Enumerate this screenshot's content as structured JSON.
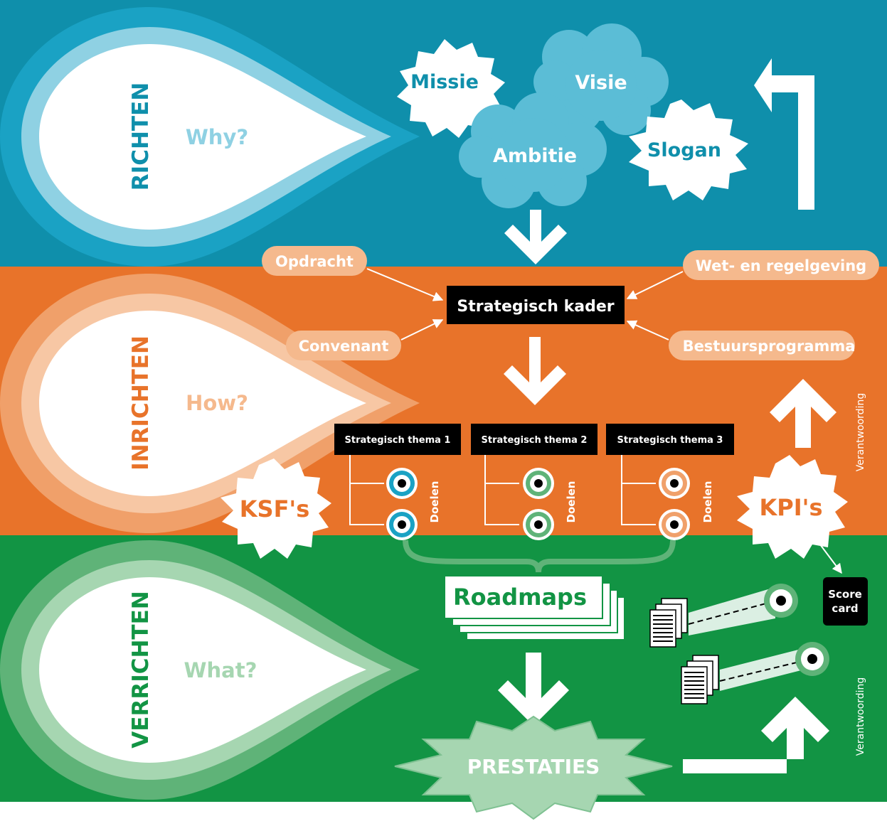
{
  "colors": {
    "richten_bg": "#0f8fab",
    "inrichten_bg": "#e8732a",
    "verrichten_bg": "#129444",
    "richten_accent": "#1aa2c4",
    "inrichten_accent": "#f0a06a",
    "verrichten_accent": "#5fb378",
    "black": "#000000",
    "white": "#ffffff"
  },
  "bands": {
    "richten": {
      "label": "RICHTEN",
      "question": "Why?"
    },
    "inrichten": {
      "label": "INRICHTEN",
      "question": "How?"
    },
    "verrichten": {
      "label": "VERRICHTEN",
      "question": "What?"
    }
  },
  "richten": {
    "missie": "Missie",
    "visie": "Visie",
    "ambitie": "Ambitie",
    "slogan": "Slogan"
  },
  "inrichten": {
    "opdracht": "Opdracht",
    "convenant": "Convenant",
    "wet_regelgeving": "Wet- en regelgeving",
    "bestuursprogramma": "Bestuursprogramma",
    "strategisch_kader": "Strategisch kader",
    "themes": [
      "Strategisch thema 1",
      "Strategisch thema 2",
      "Strategisch thema 3"
    ],
    "doelen": "Doelen",
    "ksf": "KSF's",
    "kpi": "KPI's",
    "verantwoording": "Verantwoording"
  },
  "verrichten": {
    "roadmaps": "Roadmaps",
    "prestaties": "PRESTATIES",
    "scorecard_line1": "Score",
    "scorecard_line2": "card",
    "verantwoording": "Verantwoording"
  },
  "icons": [
    "arrow-down-icon",
    "arrow-up-icon",
    "arrow-up-left-icon",
    "target-icon",
    "document-stack-icon",
    "cloud-icon",
    "starburst-icon"
  ]
}
